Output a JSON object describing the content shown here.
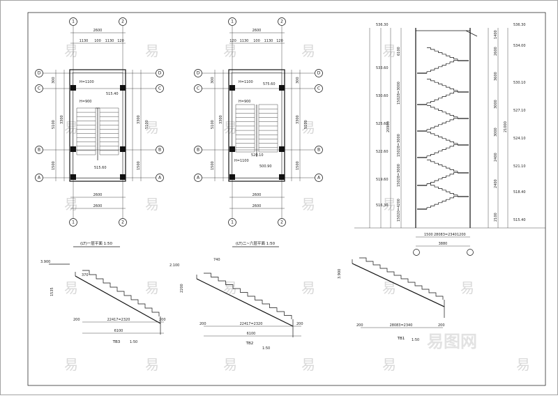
{
  "plan_first": {
    "title": "(LT)一层平面 1:50",
    "axes_top": [
      "1",
      "2"
    ],
    "axes_side": [
      "D",
      "C",
      "B",
      "A"
    ],
    "top_dims": [
      "2600",
      "1130",
      "100",
      "1130",
      "120"
    ],
    "bottom_dims": [
      "2600",
      "2600"
    ],
    "side_dims_left": [
      "300",
      "3300",
      "5100",
      "1500"
    ],
    "side_dims_right": [
      "3300",
      "5100",
      "1500"
    ],
    "labels": [
      "H=1100",
      "515.40",
      "H=900",
      "515.60"
    ]
  },
  "plan_second": {
    "title": "(LT)二~六层平面 1:50",
    "axes_top": [
      "1",
      "2"
    ],
    "axes_side": [
      "D",
      "C",
      "B",
      "A"
    ],
    "top_dims": [
      "2600",
      "120",
      "1130",
      "100",
      "1130",
      "120"
    ],
    "bottom_dims": [
      "2600",
      "2600"
    ],
    "side_dims_left": [
      "300",
      "3300",
      "5100",
      "1500"
    ],
    "side_dims_right": [
      "300",
      "3300",
      "5100",
      "1500"
    ],
    "labels": [
      "H=1100",
      "575.60",
      "H=900",
      "520.10",
      "H=1100",
      "500.90"
    ]
  },
  "section": {
    "left_elevations": [
      "536.30",
      "533.60",
      "530.60",
      "525.60",
      "522.60",
      "519.60",
      "516.30"
    ],
    "right_elevations": [
      "536.30",
      "534.00",
      "530.10",
      "527.10",
      "524.10",
      "521.10",
      "518.40",
      "515.40"
    ],
    "left_dims": [
      "6100",
      "15028=3000",
      "20900",
      "15028=3000",
      "15028=3000",
      "15020=4200"
    ],
    "right_dims": [
      "1400",
      "2600",
      "3600",
      "3000",
      "3000",
      "2400",
      "2400",
      "2100",
      "21000"
    ],
    "bottom_dims": [
      "1500",
      "28083=2340",
      "1200",
      "3880"
    ]
  },
  "stairs": [
    {
      "label": "TB3",
      "scale": "1:50",
      "dims": [
        "3.900",
        "370",
        "22417=2320",
        "1535",
        "200",
        "200",
        "6100"
      ]
    },
    {
      "label": "TB2",
      "scale": "1:50",
      "dims": [
        "2.100",
        "740",
        "22417=2320",
        "2200",
        "200",
        "200",
        "6100"
      ]
    },
    {
      "label": "TB1",
      "scale": "1:50",
      "dims": [
        "3.900",
        "28083=2340",
        "200",
        "200"
      ]
    }
  ],
  "watermark": {
    "char": "易",
    "brand": "易图网"
  }
}
